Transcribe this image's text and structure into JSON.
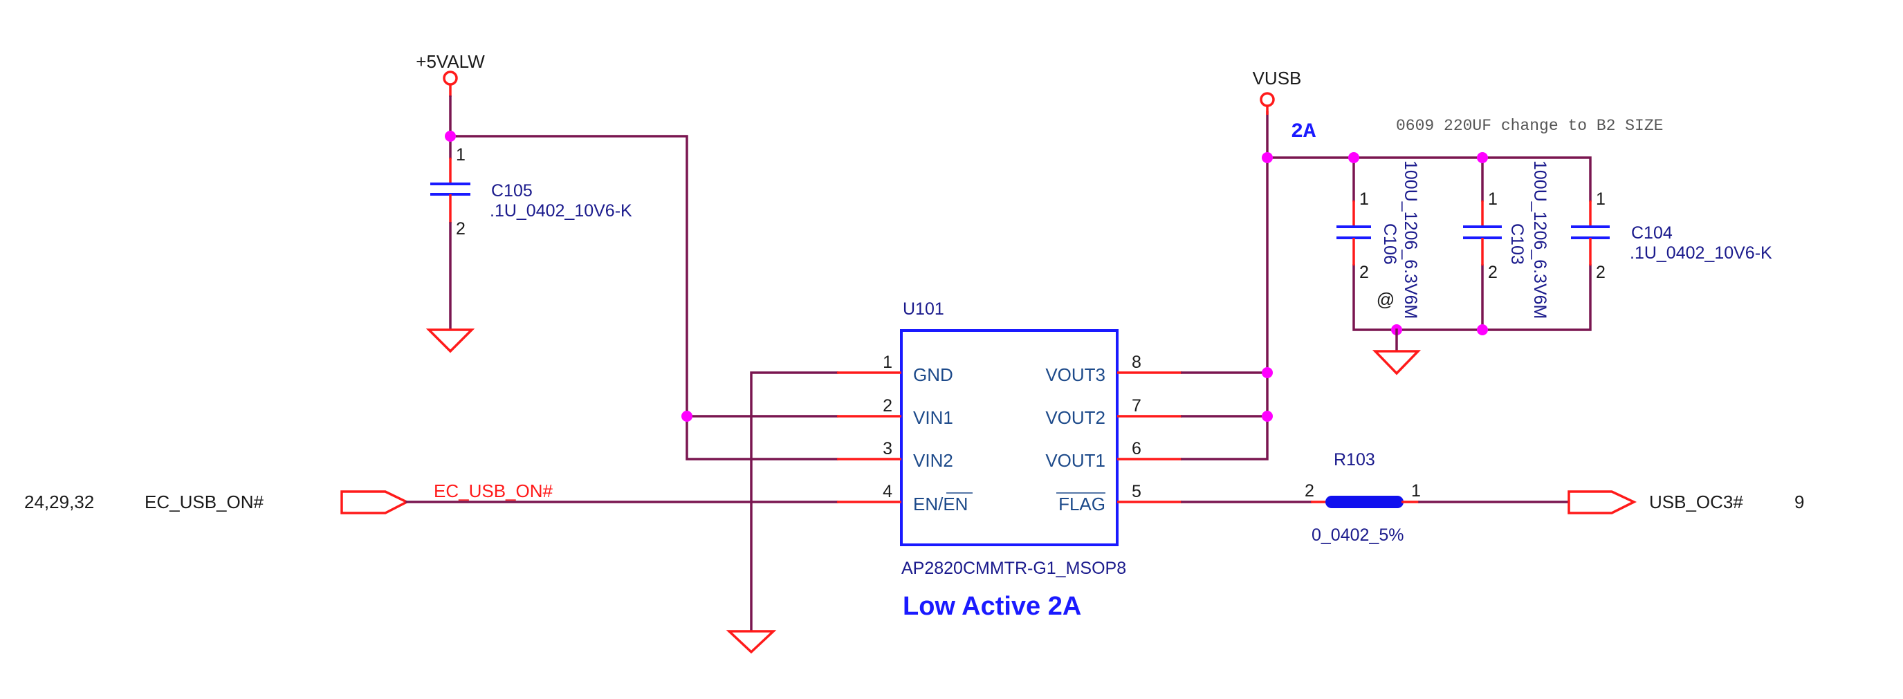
{
  "colors": {
    "wire": "#7a1650",
    "pin": "#ff1a1a",
    "symbol_blue": "#1a1aff",
    "junction": "#ff00ff",
    "ref_text": "#1a1a8c",
    "net_label": "#ff1a1a"
  },
  "power": {
    "p5valw": {
      "label": "+5VALW"
    },
    "vusb": {
      "label": "VUSB",
      "current": "2A"
    }
  },
  "note": "0609 220UF change to B2 SIZE",
  "components": {
    "c105": {
      "ref": "C105",
      "value": ".1U_0402_10V6-K",
      "pin1": "1",
      "pin2": "2"
    },
    "c106": {
      "ref": "C106",
      "value": "100U_1206_6.3V6M",
      "pin1": "1",
      "pin2": "2",
      "marker": "@"
    },
    "c103": {
      "ref": "C103",
      "value": "100U_1206_6.3V6M",
      "pin1": "1",
      "pin2": "2"
    },
    "c104": {
      "ref": "C104",
      "value": ".1U_0402_10V6-K",
      "pin1": "1",
      "pin2": "2"
    },
    "r103": {
      "ref": "R103",
      "value": "0_0402_5%",
      "pin1": "1",
      "pin2": "2"
    },
    "u101": {
      "ref": "U101",
      "part": "AP2820CMMTR-G1_MSOP8",
      "note": "Low Active 2A",
      "left_pins": [
        {
          "num": "1",
          "name": "GND"
        },
        {
          "num": "2",
          "name": "VIN1"
        },
        {
          "num": "3",
          "name": "VIN2"
        },
        {
          "num": "4",
          "name": "EN/EN"
        }
      ],
      "right_pins": [
        {
          "num": "8",
          "name": "VOUT3"
        },
        {
          "num": "7",
          "name": "VOUT2"
        },
        {
          "num": "6",
          "name": "VOUT1"
        },
        {
          "num": "5",
          "name": "FLAG"
        }
      ]
    }
  },
  "offpage": {
    "ec_usb_on": {
      "refs": "24,29,32",
      "name": "EC_USB_ON#",
      "net_label": "EC_USB_ON#"
    },
    "usb_oc3": {
      "name": "USB_OC3#",
      "refs": "9"
    }
  }
}
